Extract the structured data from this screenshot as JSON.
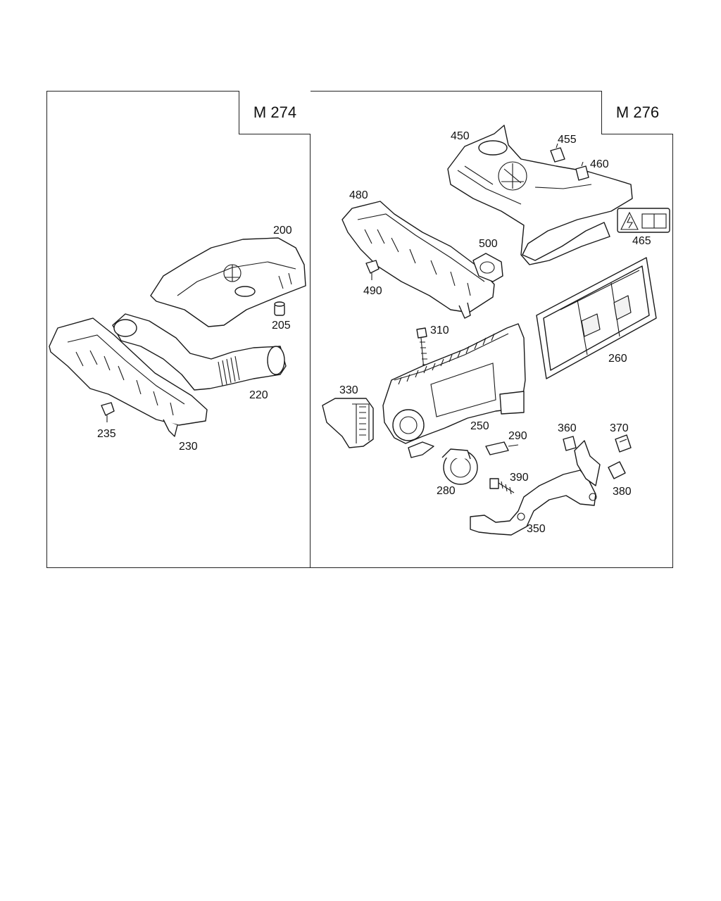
{
  "panels": {
    "left": {
      "engine": "M 274"
    },
    "right": {
      "engine": "M 276"
    }
  },
  "callouts": {
    "c200": "200",
    "c205": "205",
    "c220": "220",
    "c230": "230",
    "c235": "235",
    "c250": "250",
    "c260": "260",
    "c280": "280",
    "c290": "290",
    "c310": "310",
    "c330": "330",
    "c350": "350",
    "c360": "360",
    "c370": "370",
    "c380": "380",
    "c390": "390",
    "c450": "450",
    "c455": "455",
    "c460": "460",
    "c465": "465",
    "c480": "480",
    "c490": "490",
    "c500": "500"
  },
  "colors": {
    "line": "#1a1a1a",
    "background": "#ffffff"
  }
}
